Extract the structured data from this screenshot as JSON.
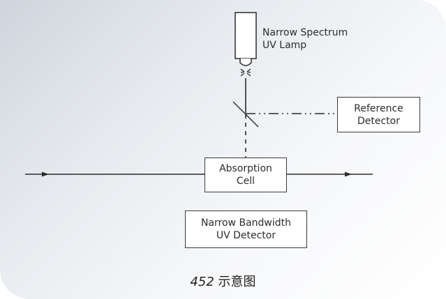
{
  "diagram": {
    "lamp_label": "Narrow Spectrum\nUV Lamp",
    "reference_detector": "Reference\nDetector",
    "absorption_cell": "Absorption\nCell",
    "uv_detector": "Narrow Bandwidth\nUV Detector",
    "caption_number": "452",
    "caption_text": " 示意图"
  },
  "colors": {
    "line": "#2b2b2b",
    "panel_gradient_start": "#ced5dc",
    "panel_gradient_end": "#ffffff"
  }
}
